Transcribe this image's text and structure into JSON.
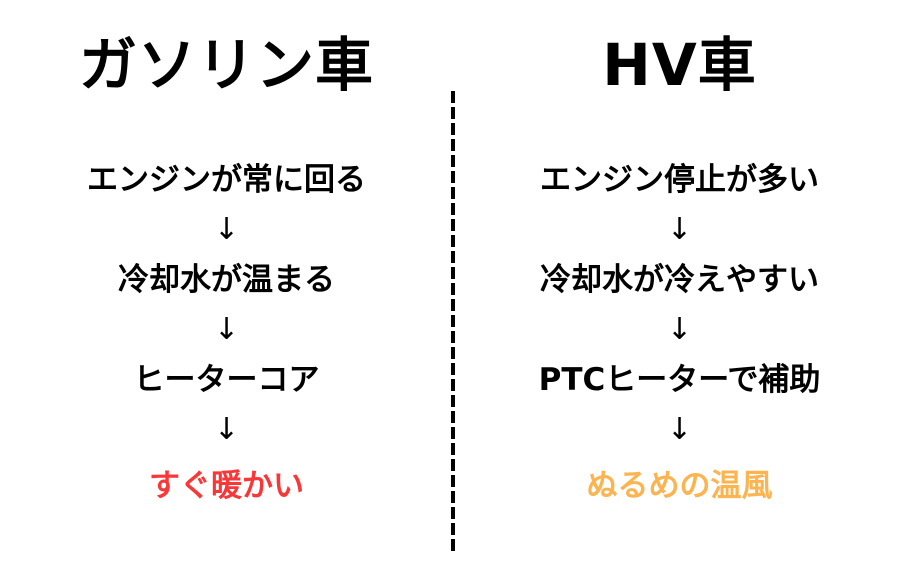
{
  "colors": {
    "text": "#000000",
    "background": "#ffffff",
    "hot_result": "#f83838",
    "warm_result": "#fbb44f",
    "divider": "#000000"
  },
  "left": {
    "title": "ガソリン車",
    "steps": [
      "エンジンが常に回る",
      "冷却水が温まる",
      "ヒーターコア",
      "すぐ暖かい"
    ],
    "arrow": "↓"
  },
  "right": {
    "title": "HV車",
    "steps": [
      "エンジン停止が多い",
      "冷却水が冷えやすい",
      "PTCヒーターで補助",
      "ぬるめの温風"
    ],
    "arrow": "↓"
  },
  "divider": {
    "style": "dashed",
    "orientation": "vertical"
  }
}
